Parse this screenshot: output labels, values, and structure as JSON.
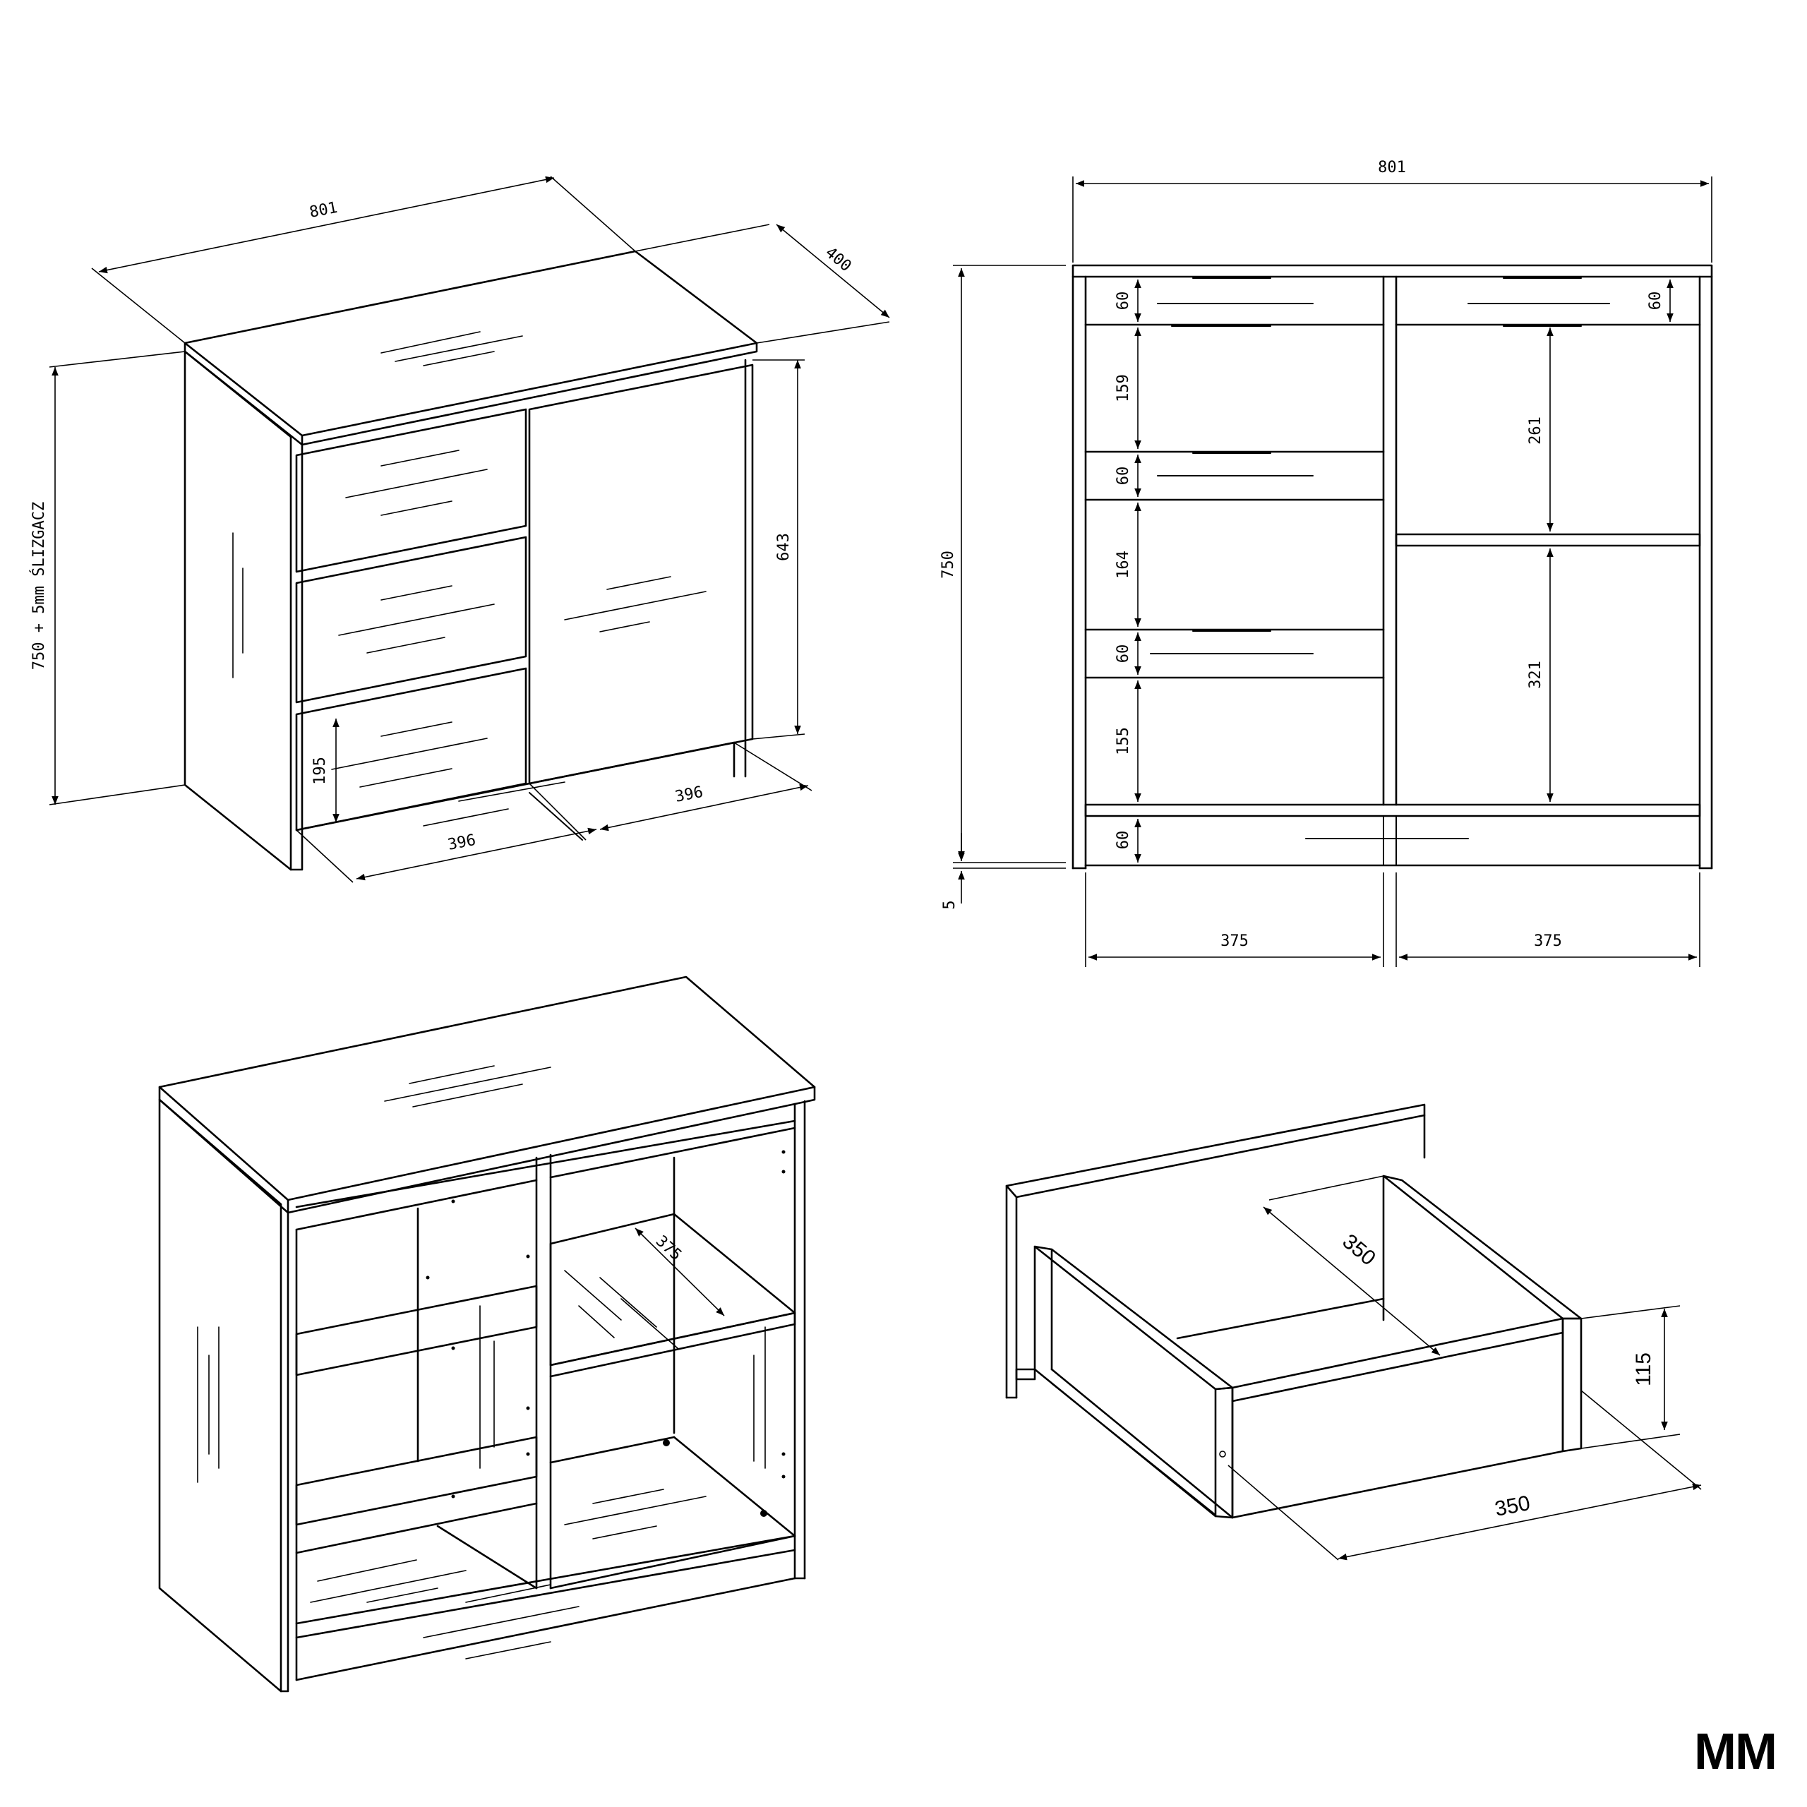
{
  "view_iso_front": {
    "width": "801",
    "depth": "400",
    "height": "750 + 5mm ŚLIZGACZ",
    "door_height": "643",
    "drawer_height": "195",
    "bottom_left": "396",
    "bottom_right": "396"
  },
  "view_front": {
    "width": "801",
    "height": "750",
    "glide": "5",
    "left_60_a": "60",
    "left_159": "159",
    "left_60_b": "60",
    "left_164": "164",
    "left_60_c": "60",
    "left_155": "155",
    "bottom_60": "60",
    "right_60": "60",
    "right_261": "261",
    "right_321": "321",
    "inner_left": "375",
    "inner_right": "375"
  },
  "view_iso_open": {
    "shelf_depth": "375"
  },
  "view_drawer": {
    "inner_depth": "350",
    "height": "115",
    "width": "350"
  },
  "brand": {
    "logo": "MM"
  }
}
